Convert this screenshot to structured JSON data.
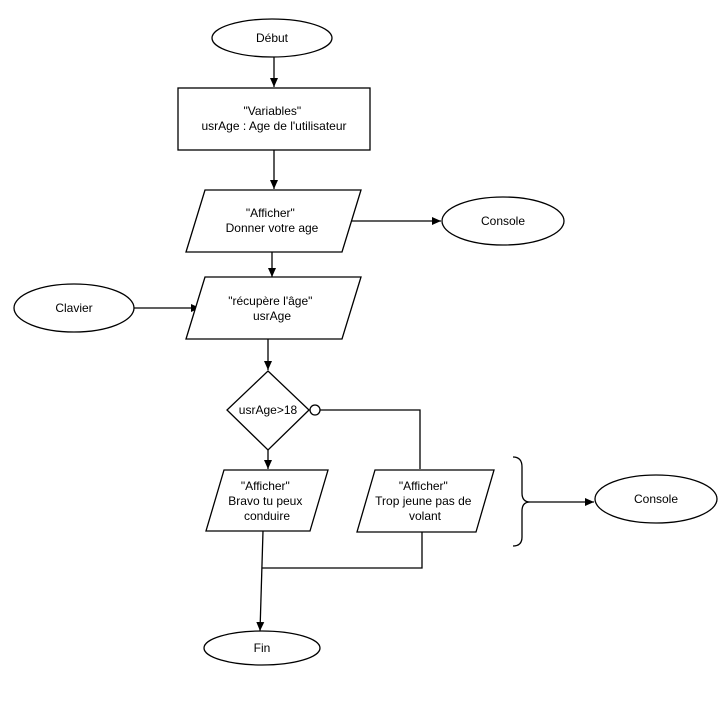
{
  "nodes": {
    "debut": {
      "lines": [
        "Début"
      ]
    },
    "variables": {
      "lines": [
        "\"Variables\"",
        "usrAge : Age de l'utilisateur"
      ]
    },
    "afficher_age": {
      "lines": [
        "\"Afficher\"",
        "Donner votre age"
      ]
    },
    "console_top": {
      "lines": [
        "Console"
      ]
    },
    "clavier": {
      "lines": [
        "Clavier"
      ]
    },
    "recupere": {
      "lines": [
        "\"récupère l'âge\"",
        "usrAge"
      ]
    },
    "decision": {
      "lines": [
        "usrAge>18"
      ]
    },
    "afficher_bravo": {
      "lines": [
        "\"Afficher\"",
        "Bravo tu peux",
        "conduire"
      ]
    },
    "afficher_trop": {
      "lines": [
        "\"Afficher\"",
        "Trop jeune pas de",
        "volant"
      ]
    },
    "console_bottom": {
      "lines": [
        "Console"
      ]
    },
    "fin": {
      "lines": [
        "Fin"
      ]
    }
  }
}
